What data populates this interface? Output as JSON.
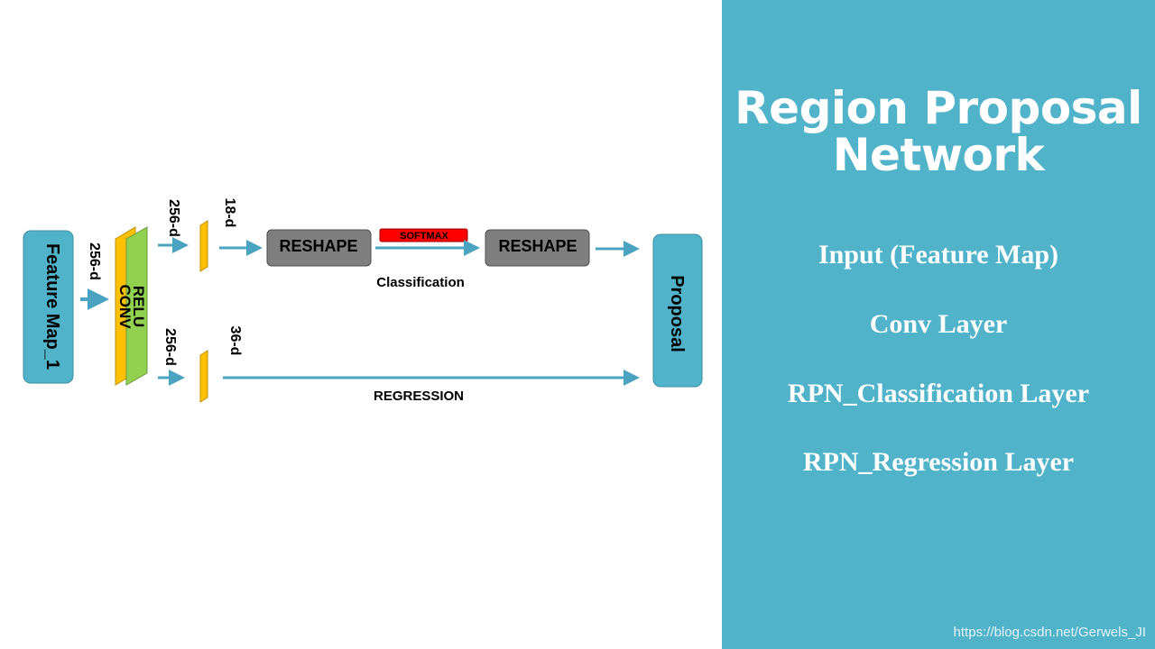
{
  "diagram": {
    "feature_map_label": "Feature Map_1",
    "conv_labels": [
      "RELU",
      "CONV"
    ],
    "dim_input": "256-d",
    "dim_cls_in": "256-d",
    "dim_cls_out": "18-d",
    "dim_reg_in": "256-d",
    "dim_reg_out": "36-d",
    "reshape_1": "RESHAPE",
    "softmax": "SOFTMAX",
    "reshape_2": "RESHAPE",
    "classification_label": "Classification",
    "regression_label": "REGRESSION",
    "proposal_label": "Proposal"
  },
  "panel": {
    "title_line1": "Region Proposal",
    "title_line2": "Network",
    "items": [
      "Input (Feature Map)",
      "Conv Layer",
      "RPN_Classification Layer",
      "RPN_Regression Layer"
    ]
  },
  "watermark": "https://blog.csdn.net/Gerwels_JI",
  "colors": {
    "teal": "#50b3c9",
    "reshape_gray": "#7f7f7f",
    "softmax_red": "#ff0000",
    "conv_yellow": "#ffc000",
    "conv_green": "#92d050",
    "arrow": "#4aa3c0"
  }
}
